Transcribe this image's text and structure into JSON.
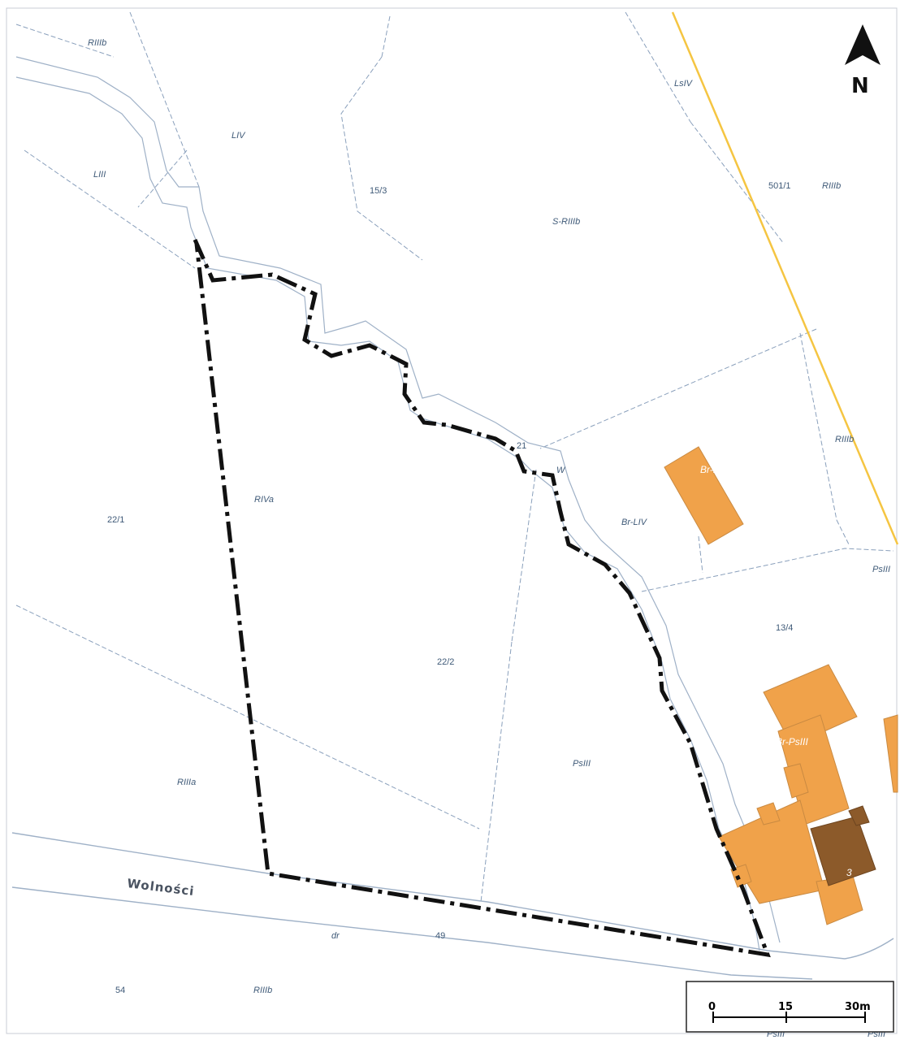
{
  "map": {
    "north_label": "N",
    "street_name": "Wolności",
    "scale_bar": {
      "ticks": [
        "0",
        "15",
        "30m"
      ]
    },
    "land_use_labels": [
      "RIIIb",
      "LsIV",
      "LIV",
      "LIII",
      "15/3",
      "S-RIIIb",
      "501/1",
      "RIIIb",
      "21",
      "W",
      "Br-RIIIb",
      "Br-LIV",
      "RIIIb",
      "PsIII",
      "RIVa",
      "22/1",
      "22/2",
      "13/4",
      "PsIII",
      "Br-PsIII",
      "RIIIa",
      "3",
      "dr",
      "49",
      "54",
      "RIIIb",
      "PsIII",
      "PsIII"
    ],
    "colors": {
      "building": "#f0a24a",
      "building_dark": "#8c5a2a",
      "parcel_line": "#8aa0bc",
      "boundary_line": "#111111",
      "rail_line": "#f5c542"
    }
  }
}
